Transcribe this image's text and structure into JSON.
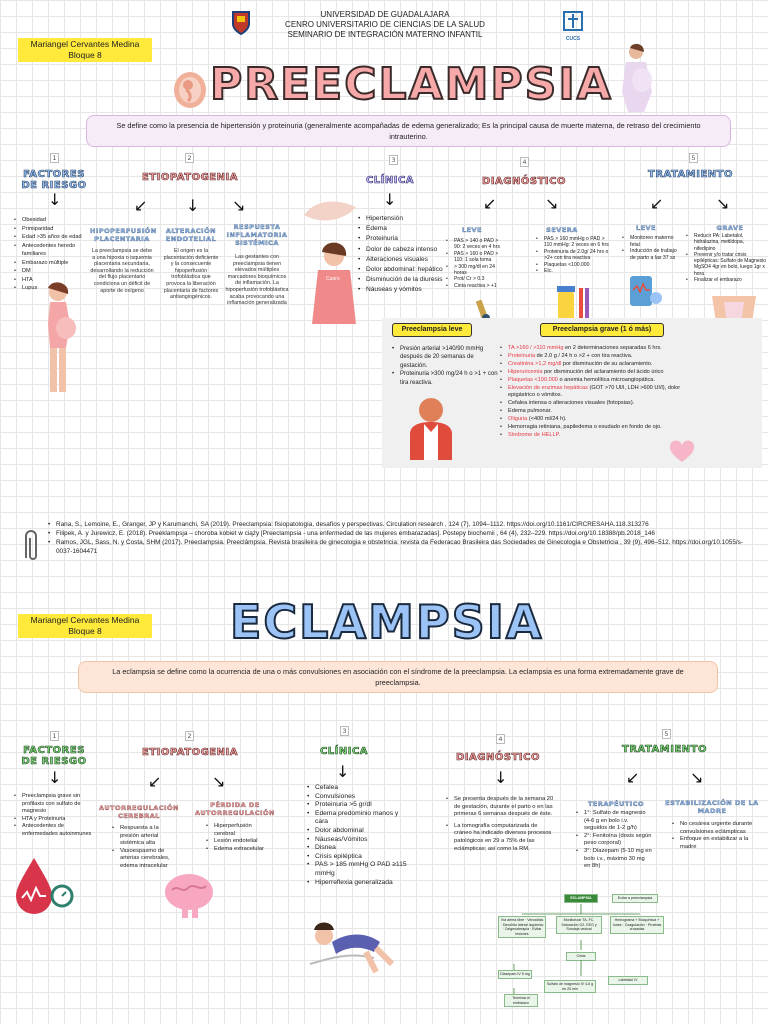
{
  "header": {
    "lines": [
      "UNIVERSIDAD DE GUADALAJARA",
      "CENRO UNIVERSITARIO DE CIENCIAS DE LA SALUD",
      "SEMINARIO DE INTEGRACIÓN MATERNO INFANTIL"
    ],
    "logo_right": "CUCS"
  },
  "student": {
    "name": "Mariangel Cervantes Medina",
    "block": "Bloque 8"
  },
  "pre": {
    "title": "PREECLAMPSIA",
    "definition": "Se define como la presencia de hipertensión y proteinuria (generalmente acompañadas de edema generalizado; Es la principal causa de muerte materna, de retraso del crecimiento intrauterino.",
    "steps": [
      "1",
      "2",
      "3",
      "4",
      "5"
    ],
    "factores": {
      "title": "FACTORES DE RIESGO",
      "items": [
        "Obesidad",
        "Primiparidad",
        "Edad >35 años de edad",
        "Antecedentes heredo familiares",
        "Embarazo múltiple",
        "DM",
        "HTA",
        "Lupus"
      ]
    },
    "etio": {
      "title": "ETIOPATOGENIA",
      "cols": [
        {
          "title": "HIPOPERFUSIÓN PLACENTARIA",
          "text": "La preeclampsia se debe a una hipoxia o isquemia placentaria secundaria, desarrollando la reducción del flujo placentario condiciona un déficit de aporte de oxígeno"
        },
        {
          "title": "ALTERACIÓN ENDOTELIAL",
          "text": "El origen es la placentación deficiente y la consecuente hipoperfusión trofoblástica que provoca la liberación placentaria de factores antiangiogénicos."
        },
        {
          "title": "RESPUESTA INFLAMATORIA SISTÉMICA",
          "text": "Las gestantes con preeclampsia tienen elevados múltiples marcadores bioquímicos de inflamación. La hipoperfusión trofoblástica acaba provocando una inflamación generalizada"
        }
      ]
    },
    "clinica": {
      "title": "CLÍNICA",
      "items": [
        "Hipertensión",
        "Edema",
        "Proteinuria",
        "Dolor de cabeza intenso",
        "Alteraciones visuales",
        "Dolor abdominal: hepático",
        "Disminución de la diuresis",
        "Náuseas y vómitos"
      ],
      "badge": "Cuoro"
    },
    "diag": {
      "title": "DIAGNÓSTICO",
      "leve": {
        "title": "LEVE",
        "items": [
          "PAS > 140 o PAD > 90: 2 veces en 4 hrs",
          "PAS > 160 o PAD > 110: 1 sola toma",
          "> 300 mg/dl en 24 horas",
          "Prot/ Cr > 0.3",
          "Cinta reactiva > +1"
        ]
      },
      "severa": {
        "title": "SEVERA",
        "items": [
          "PAS > 160 mmHg o PAD > 110 mmHg: 2 veces en 6 hrs",
          "Proteinuria de 2.0g/ 24 hrs o >2+ con tira reactiva",
          "Plaquetas <100.000",
          "Etc."
        ]
      }
    },
    "trat": {
      "title": "TRATAMIENTO",
      "leve": {
        "title": "LEVE",
        "items": [
          "Monitoreo materno fetal",
          "Inducción de trabajo de parto a las 37 ss"
        ]
      },
      "grave": {
        "title": "GRAVE",
        "items": [
          "Reducir PA: Labetalol, hidralazina, metildopa, nifedipino",
          "Prevenir y/o tratar crisis epilépticas: Sulfato de Magnesio MgSO4 4gr en bolo, luego 1gr x hora",
          "Finalizar el embarazo"
        ]
      }
    },
    "leve_panel": {
      "title": "Preeclampsia leve",
      "items": [
        "Presión arterial >140/90 mmHg después de 20 semanas de gestación.",
        "Proteinuria >300 mg/24 h o >1 + con tira reactiva."
      ]
    },
    "grave_panel": {
      "title": "Preeclampsia grave (1 ó más)",
      "items": [
        {
          "hl": "TA >160 / >110 mmHg",
          "rest": " en 2 determinaciones separadas 6 hrs."
        },
        {
          "hl": "Proteinuria",
          "rest": " de 2.0 g / 24 h o >2 + con tira reactiva."
        },
        {
          "hl": "Creatinina >1,2 mg/dl",
          "rest": " por disminución de su aclaramiento."
        },
        {
          "hl": "Hiperuricemia",
          "rest": " por disminución del aclaramiento del ácido úrico"
        },
        {
          "hl": "Plaquetas <100.000",
          "rest": " o anemia hemolítica microangiopática."
        },
        {
          "hl": "Elevación de enzimas hepáticas",
          "rest": " (GOT >70 UI/l, LDH >600 UI/l), dolor epigástrico o vómitos."
        },
        {
          "hl": "",
          "rest": "Cefalea intensa o alteraciones visuales (fotopsias)."
        },
        {
          "hl": "",
          "rest": "Edema pulmonar."
        },
        {
          "hl": "Oliguria",
          "rest": " (<400 ml/24 h)."
        },
        {
          "hl": "",
          "rest": "Hemorragia retiniana, papiledema o exudado en fondo de ojo."
        },
        {
          "hl": "Síndrome de HELLP.",
          "rest": ""
        }
      ]
    }
  },
  "refs": [
    "Rana, S., Lemoine, E., Granger, JP y Karumanchi, SA (2019). Preeclampsia: fisiopatología, desafíos y perspectivas. Circulation research , 124 (7), 1094–1112. https://doi.org/10.1161/CIRCRESAHA.118.313276",
    "Filipek, A. y Jurewicz, E. (2018). Preeklampsja – choroba kobiet w ciąży [Preeclampsia - una enfermedad de las mujeres embarazadas]. Postepy biochemii , 64 (4), 232–229. https://doi.org/10.18388/pb.2018_146",
    "Ramos, JGL, Sass, N. y Costa, SHM (2017). Preeclampsia. Preeclâmpsia. Revista brasileira de ginecologia e obstetricia: revista da Federacao Brasileira das Sociedades de Ginecologia e Obstetricia , 39 (9), 496–512. https://doi.org/10.1055/s-0037-1604471"
  ],
  "ecl": {
    "title": "ECLAMPSIA",
    "definition": "La eclampsia se define como la ocurrencia de una o más convulsiones en asociación con el síndrome de la preeclampsia. La eclampsia es una forma extremadamente grave de preeclampsia.",
    "steps": [
      "1",
      "2",
      "3",
      "4",
      "5"
    ],
    "factores": {
      "title": "FACTORES DE RIESGO",
      "items": [
        "Preeclampsia grave sin profilaxis con sulfato de magnesio",
        "HTA y Proteinuria",
        "Antecedentes de enfermedades autoinmunes"
      ]
    },
    "etio": {
      "title": "ETIOPATOGENIA",
      "auto": {
        "title": "AUTORREGULACIÓN CEREBRAL",
        "items": [
          "Respuesta a la presión arterial sistémica alta",
          "Vasoespasmo de arterias cerebrales, edema intracelular"
        ]
      },
      "perdida": {
        "title": "PÉRDIDA DE AUTORREGULACIÓN",
        "items": [
          "Hiperperfusión cerebral",
          "Lesión endotelial",
          "Edema extracelular"
        ]
      }
    },
    "clinica": {
      "title": "CLÍNICA",
      "items": [
        "Cefalea",
        "Convulsiones",
        "Proteinuria >5 gr/dl",
        "Edema predominio manos y cara",
        "Dolor abdominal",
        "Náuseas/Vómitos",
        "Disnea",
        "Crisis epiléptica",
        "PAS > 185 mmHg O PAD ≥115 mmHg",
        "Hiperreflexia generalizada"
      ]
    },
    "diag": {
      "title": "DIAGNÓSTICO",
      "items": [
        "Se presenta después de la semana 20 de gestación, durante el parto o en las primeras 6 semanas después de éste.",
        "La tomografía computarizada de cráneo ha indicado diversos procesos patológicos en 29 a 75% de las eclámpticas; así como la RM."
      ]
    },
    "trat": {
      "title": "TRATAMIENTO",
      "terap": {
        "title": "TERAPÉUTICO",
        "items": [
          "1°: Sulfato de magnesio (4-6 g en bolo i.v. seguidos de 1-2 g/h)",
          "2°: Fenitoína (dosis según peso corporal)",
          "3°: Diazepam (5-10 mg en bolo i.v., máximo 30 mg en 8h)"
        ]
      },
      "estab": {
        "title": "ESTABILIZACIÓN DE LA MADRE",
        "items": [
          "No cesárea urgente durante convulsiones eclámpticas",
          "Enfoque en estabilizar a la madre"
        ]
      }
    },
    "flow": {
      "start": "ECLAMPSIA",
      "a": "Evitar a preeclampsia",
      "b1": "Vía aérea libre · Venoclisis · Decúbito lateral izquierdo · Oxigenoterapia · Evitar lesiones",
      "b2": "Monitorizar TA, FC, Saturación O2, EEG y Sondaje vesical",
      "b3": "Hemograma + Bioquímica + Iones · Coagulación · Pruebas cruzadas",
      "mid": "Crisis",
      "c1": "Diazepam IV 5 mg",
      "c2": "Sulfato de magnesio IV 4-6 g en 20 min",
      "c3": "Labetalol IV",
      "d": "Terminar el embarazo"
    }
  },
  "colors": {
    "pre_title": "#f7a8a8",
    "ecl_title": "#9cc3f5",
    "highlight": "#ffe93b",
    "def_pre_bg": "#f6ecf8",
    "def_ecl_bg": "#fde6d8",
    "green_title": "#7ed67a",
    "red_text": "#e63946"
  }
}
